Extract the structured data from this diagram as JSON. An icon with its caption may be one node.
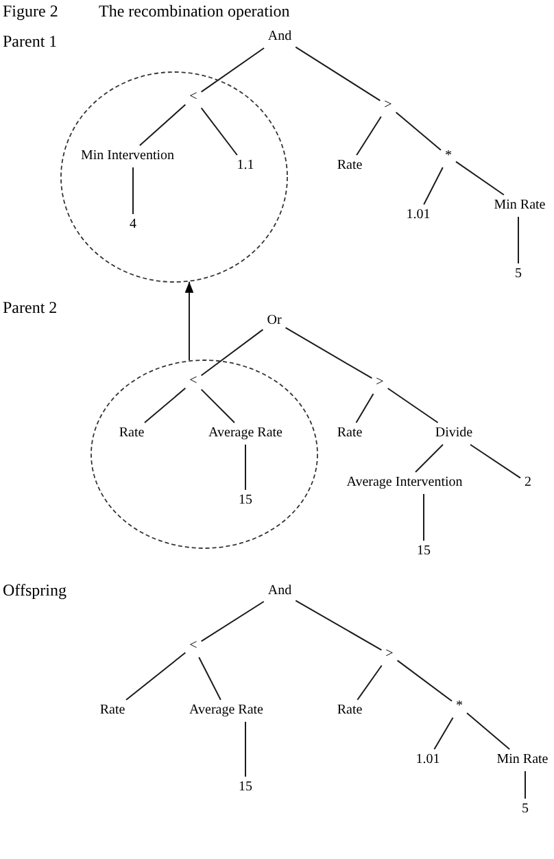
{
  "diagram": {
    "title": "The recombination operation",
    "nodes": [
      {
        "text": [
          "And"
        ]
      },
      {
        "text": [],
        "shape": "ellipse"
      },
      {
        "text": [
          "<"
        ],
        "in": 1
      },
      {
        "text": [
          ">"
        ]
      },
      {
        "text": [
          "Min Intervention"
        ],
        "in": 1
      },
      {
        "text": [
          "1.1"
        ],
        "in": 1
      },
      {
        "text": [
          "Rate"
        ]
      },
      {
        "text": [
          "*"
        ]
      },
      {
        "text": [
          "4"
        ],
        "in": 1
      },
      {
        "text": [
          "1.01"
        ]
      },
      {
        "text": [
          "Min Rate"
        ]
      },
      {
        "text": [
          "5"
        ]
      },
      {
        "text": [
          "Or"
        ]
      },
      {
        "text": [],
        "shape": "ellipse"
      },
      {
        "text": [
          "<"
        ],
        "in": 13
      },
      {
        "text": [
          ">"
        ]
      },
      {
        "text": [
          "Rate"
        ],
        "in": 13
      },
      {
        "text": [
          "Average Rate"
        ],
        "in": 13
      },
      {
        "text": [
          "Rate"
        ]
      },
      {
        "text": [
          "Divide"
        ]
      },
      {
        "text": [
          "Average Intervention"
        ]
      },
      {
        "text": [
          "2"
        ]
      },
      {
        "text": [
          "15"
        ],
        "in": 13
      },
      {
        "text": [
          "15"
        ]
      },
      {
        "text": [
          "And"
        ]
      },
      {
        "text": [
          "<"
        ]
      },
      {
        "text": [
          ">"
        ]
      },
      {
        "text": [
          "Rate"
        ]
      },
      {
        "text": [
          "Average Rate"
        ]
      },
      {
        "text": [
          "Rate"
        ]
      },
      {
        "text": [
          "*"
        ]
      },
      {
        "text": [
          "1.01"
        ]
      },
      {
        "text": [
          "Min Rate"
        ]
      },
      {
        "text": [
          "15"
        ]
      },
      {
        "text": [
          "5"
        ]
      }
    ],
    "edges": [
      {
        "from": 0,
        "to": 2,
        "arrow": "none"
      },
      {
        "from": 0,
        "to": 3,
        "arrow": "none"
      },
      {
        "from": 2,
        "to": 4,
        "arrow": "none"
      },
      {
        "from": 2,
        "to": 5,
        "arrow": "none"
      },
      {
        "from": 3,
        "to": 6,
        "arrow": "none"
      },
      {
        "from": 3,
        "to": 7,
        "arrow": "none"
      },
      {
        "from": 4,
        "to": 8,
        "arrow": "none"
      },
      {
        "from": 7,
        "to": 9,
        "arrow": "none"
      },
      {
        "from": 7,
        "to": 10,
        "arrow": "none"
      },
      {
        "from": 10,
        "to": 11,
        "arrow": "none"
      },
      {
        "from": 13,
        "to": 1,
        "arrow": "to"
      },
      {
        "from": 12,
        "to": 14,
        "arrow": "none"
      },
      {
        "from": 12,
        "to": 15,
        "arrow": "none"
      },
      {
        "from": 14,
        "to": 16,
        "arrow": "none"
      },
      {
        "from": 14,
        "to": 17,
        "arrow": "none"
      },
      {
        "from": 15,
        "to": 18,
        "arrow": "none"
      },
      {
        "from": 15,
        "to": 19,
        "arrow": "none"
      },
      {
        "from": 17,
        "to": 22,
        "arrow": "none"
      },
      {
        "from": 19,
        "to": 20,
        "arrow": "none"
      },
      {
        "from": 19,
        "to": 21,
        "arrow": "none"
      },
      {
        "from": 20,
        "to": 23,
        "arrow": "none"
      },
      {
        "from": 24,
        "to": 25,
        "arrow": "none"
      },
      {
        "from": 24,
        "to": 26,
        "arrow": "none"
      },
      {
        "from": 25,
        "to": 27,
        "arrow": "none"
      },
      {
        "from": 25,
        "to": 28,
        "arrow": "none"
      },
      {
        "from": 26,
        "to": 29,
        "arrow": "none"
      },
      {
        "from": 26,
        "to": 30,
        "arrow": "none"
      },
      {
        "from": 28,
        "to": 33,
        "arrow": "none"
      },
      {
        "from": 30,
        "to": 31,
        "arrow": "none"
      },
      {
        "from": 30,
        "to": 32,
        "arrow": "none"
      },
      {
        "from": 32,
        "to": 34,
        "arrow": "none"
      }
    ],
    "labels": [
      "Figure 2",
      "Parent 1",
      "Parent 2",
      "Offspring"
    ]
  }
}
